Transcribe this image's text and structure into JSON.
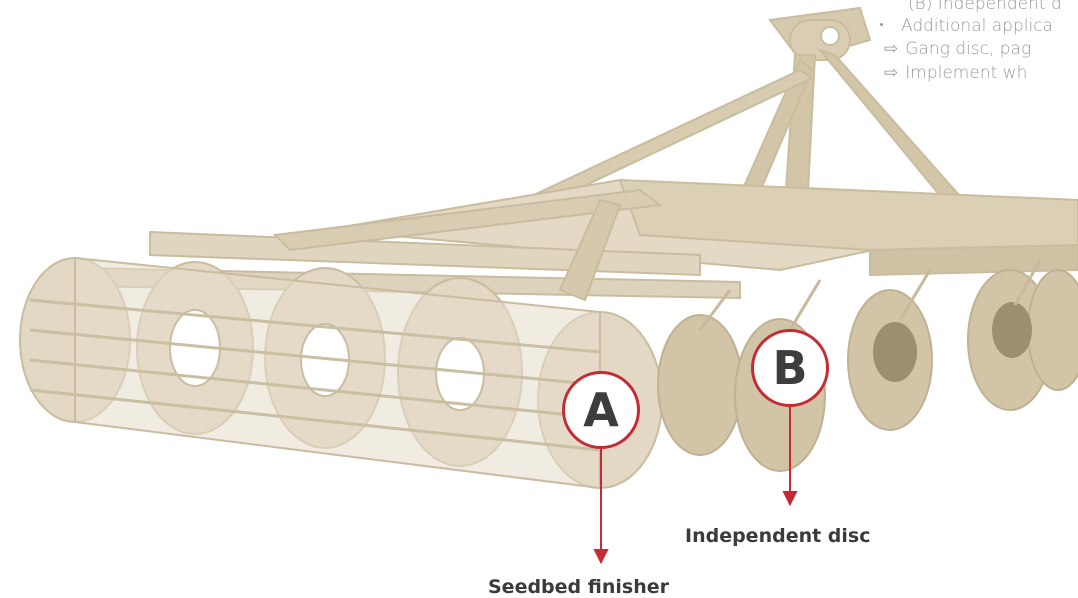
{
  "spec_list": {
    "partial_line": "(B) Independent d",
    "items": [
      {
        "text": "Additional applica"
      }
    ],
    "sub_items": [
      {
        "glyph": "⇨",
        "text": "Gang disc, pag"
      },
      {
        "glyph": "⇨",
        "text": "Implement wh"
      }
    ]
  },
  "callouts": {
    "a": {
      "letter": "A",
      "caption": "Seedbed finisher"
    },
    "b": {
      "letter": "B",
      "caption": "Independent disc"
    }
  },
  "colors": {
    "accent": "#c52b35",
    "machine": "#d8ccb4",
    "caption_text": "#3b3b3b",
    "bullet_text": "#9a9a9a"
  }
}
